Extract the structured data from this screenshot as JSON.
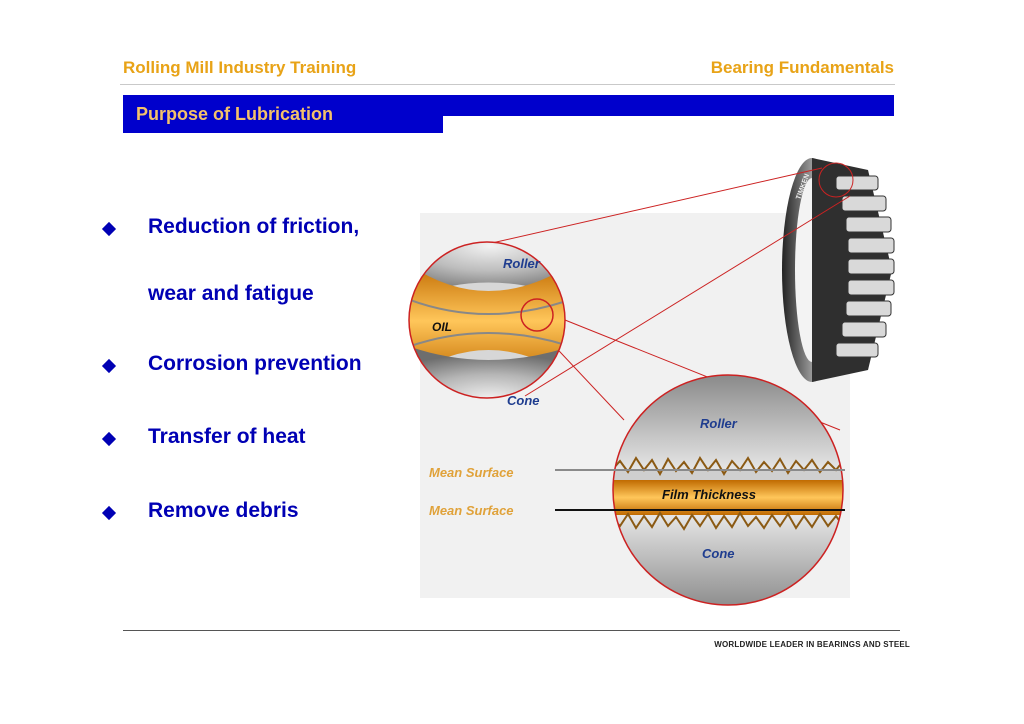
{
  "header": {
    "left_title": "Rolling Mill Industry Training",
    "right_title": "Bearing Fundamentals"
  },
  "slide_title": "Purpose of Lubrication",
  "bullets": [
    {
      "line1": "Reduction of friction,",
      "line2": "wear and fatigue"
    },
    {
      "line1": "Corrosion prevention"
    },
    {
      "line1": "Transfer of heat"
    },
    {
      "line1": "Remove debris"
    }
  ],
  "figure": {
    "top_roller_label": "Roller",
    "top_oil_label": "OIL",
    "top_cone_label": "Cone",
    "zoom_roller_label": "Roller",
    "zoom_cone_label": "Cone",
    "film_label": "Film Thickness",
    "mean_surface_upper": "Mean Surface",
    "mean_surface_lower": "Mean Surface",
    "bearing_brand": "TIMKEN"
  },
  "footer": "WORLDWIDE LEADER IN BEARINGS AND STEEL",
  "colors": {
    "accent": "#e8a317",
    "title_bar": "#0000cc",
    "bullet_text": "#0000b4",
    "circle": "#cc2222"
  }
}
